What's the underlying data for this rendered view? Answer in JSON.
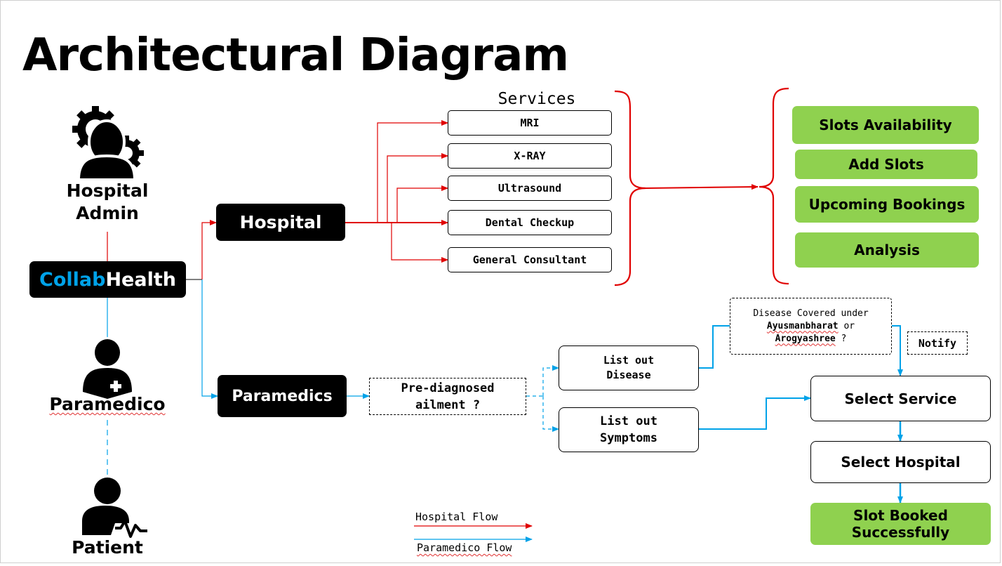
{
  "title": "Architectural Diagram",
  "actors": {
    "hospital_admin": [
      "Hospital",
      "Admin"
    ],
    "paramedico": "Paramedico",
    "patient": "Patient"
  },
  "brand": {
    "part1": "Collab",
    "part2": "Health",
    "accent": "#00a2e8"
  },
  "nodes": {
    "hospital": "Hospital",
    "paramedics": "Paramedics"
  },
  "services": {
    "heading": "Services",
    "items": [
      "MRI",
      "X-RAY",
      "Ultrasound",
      "Dental Checkup",
      "General Consultant"
    ]
  },
  "admin_actions": [
    "Slots Availability",
    "Add Slots",
    "Upcoming Bookings",
    "Analysis"
  ],
  "paramedic_flow": {
    "pre_diagnosed": [
      "Pre-diagnosed",
      "ailment ?"
    ],
    "list_disease": [
      "List out",
      "Disease"
    ],
    "list_symptoms": [
      "List out",
      "Symptoms"
    ],
    "disease_covered": {
      "line1": "Disease Covered under",
      "scheme1": "Ayusmanbharat",
      "or": "or",
      "scheme2": "Arogyashree",
      "q": "?"
    },
    "notify": "Notify",
    "select_service": "Select Service",
    "select_hospital": "Select Hospital",
    "slot_booked": [
      "Slot Booked",
      "Successfully"
    ]
  },
  "legend": {
    "hospital_flow": "Hospital Flow",
    "paramedico_flow": "Paramedico Flow"
  },
  "colors": {
    "hospital_flow": "#e00000",
    "paramedico_flow": "#00a2e8",
    "action_green": "#8fd14f"
  }
}
